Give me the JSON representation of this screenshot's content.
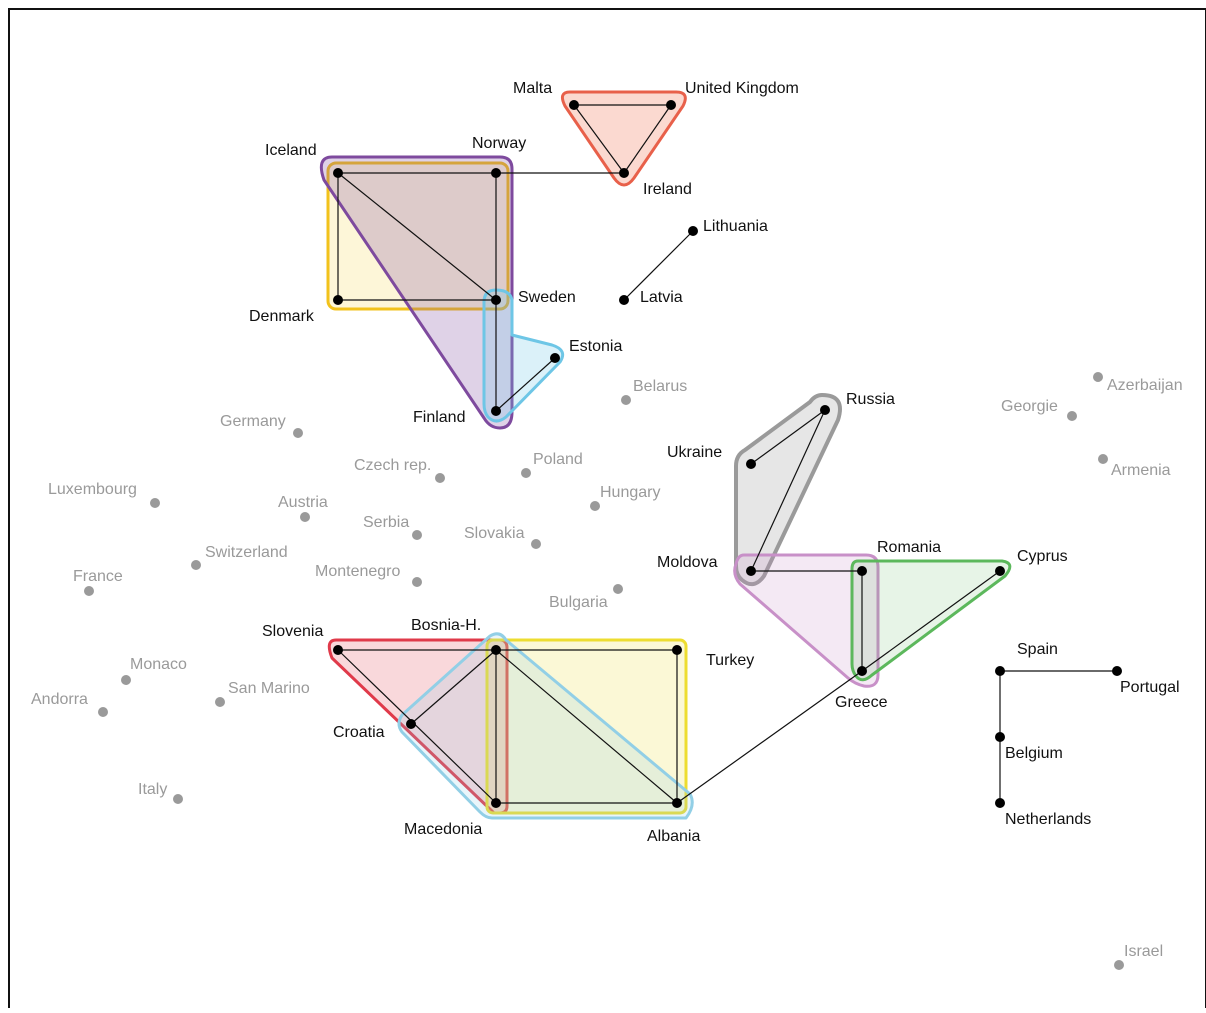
{
  "colors": {
    "frame": "#111111",
    "active_node": "#000000",
    "inactive_node": "#9a9a9a",
    "active_label": "#111111",
    "inactive_label": "#9a9a9a",
    "edge": "#111111"
  },
  "countries": {
    "malta": "Malta",
    "united_kingdom": "United Kingdom",
    "ireland": "Ireland",
    "iceland": "Iceland",
    "norway": "Norway",
    "denmark": "Denmark",
    "sweden": "Sweden",
    "finland": "Finland",
    "estonia": "Estonia",
    "lithuania": "Lithuania",
    "latvia": "Latvia",
    "belarus": "Belarus",
    "germany": "Germany",
    "czech_rep": "Czech rep.",
    "poland": "Poland",
    "luxembourg": "Luxembourg",
    "austria": "Austria",
    "hungary": "Hungary",
    "serbia": "Serbia",
    "slovakia": "Slovakia",
    "switzerland": "Switzerland",
    "montenegro": "Montenegro",
    "france": "France",
    "bulgaria": "Bulgaria",
    "slovenia": "Slovenia",
    "bosnia_h": "Bosnia-H.",
    "turkey": "Turkey",
    "monaco": "Monaco",
    "san_marino": "San Marino",
    "andorra": "Andorra",
    "croatia": "Croatia",
    "italy": "Italy",
    "macedonia": "Macedonia",
    "albania": "Albania",
    "russia": "Russia",
    "ukraine": "Ukraine",
    "moldova": "Moldova",
    "romania": "Romania",
    "cyprus": "Cyprus",
    "greece": "Greece",
    "georgie": "Georgie",
    "azerbaijan": "Azerbaijan",
    "armenia": "Armenia",
    "spain": "Spain",
    "portugal": "Portugal",
    "belgium": "Belgium",
    "netherlands": "Netherlands",
    "israel": "Israel"
  },
  "groups": [
    {
      "id": "group-malta-uk-ireland",
      "color": "#e8604a",
      "fill": "#fbd6cc"
    },
    {
      "id": "group-denmark-iceland-norway-sweden",
      "color": "#f2c21b",
      "fill": "#fcefc6"
    },
    {
      "id": "group-iceland-norway-sweden-finland",
      "color": "#7e4a9e",
      "fill": "#d8c5e2"
    },
    {
      "id": "group-sweden-finland-estonia",
      "color": "#6ec6e6",
      "fill": "#d7edf6"
    },
    {
      "id": "group-russia-ukraine-moldova",
      "color": "#9a9a9a",
      "fill": "#dcdcdc"
    },
    {
      "id": "group-moldova-romania-greece",
      "color": "#c890c8",
      "fill": "#efdcef"
    },
    {
      "id": "group-romania-cyprus-greece",
      "color": "#5cb85c",
      "fill": "#d6ecd6"
    },
    {
      "id": "group-slovenia-bosnia-croatia-macedonia",
      "color": "#e03a4a",
      "fill": "#f9c8c8"
    },
    {
      "id": "group-bosnia-turkey-macedonia-albania",
      "color": "#eddd30",
      "fill": "#f8f3c4"
    },
    {
      "id": "group-croatia-bosnia-albania-macedonia",
      "color": "#92cfe6",
      "fill": "#d3ecf2"
    }
  ]
}
